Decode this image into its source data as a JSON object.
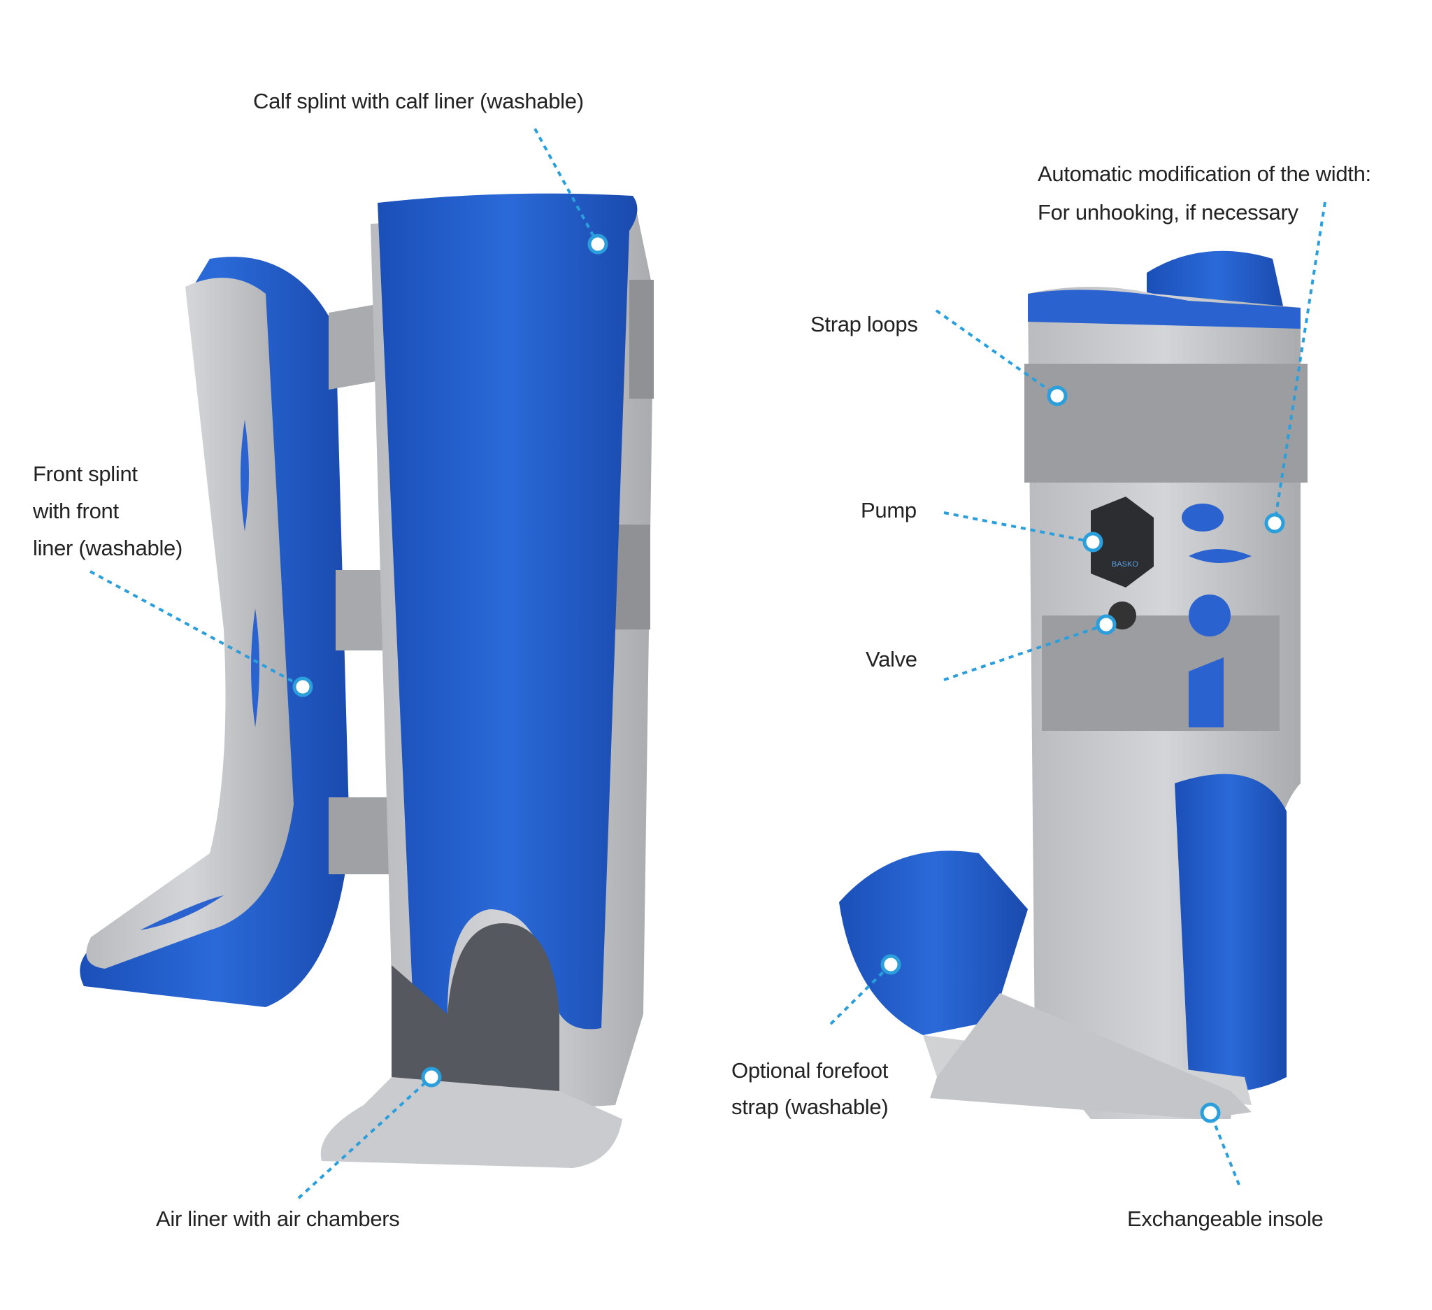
{
  "labels": {
    "calf_splint": "Calf splint with calf liner (washable)",
    "automatic_width_line1": "Automatic modification of the width:",
    "automatic_width_line2": "For unhooking, if necessary",
    "strap_loops": "Strap loops",
    "front_splint_line1": "Front splint",
    "front_splint_line2": "with front",
    "front_splint_line3": "liner (washable)",
    "pump": "Pump",
    "valve": "Valve",
    "forefoot_strap_line1": "Optional forefoot",
    "forefoot_strap_line2": "strap (washable)",
    "air_liner": "Air liner with air chambers",
    "insole": "Exchangeable insole"
  },
  "pump_brand": "BASKO",
  "colors": {
    "leader": "#2b9fdc",
    "liner_blue": "#1f5fcf",
    "shell_grey": "#c4c6c9",
    "text": "#222222"
  }
}
